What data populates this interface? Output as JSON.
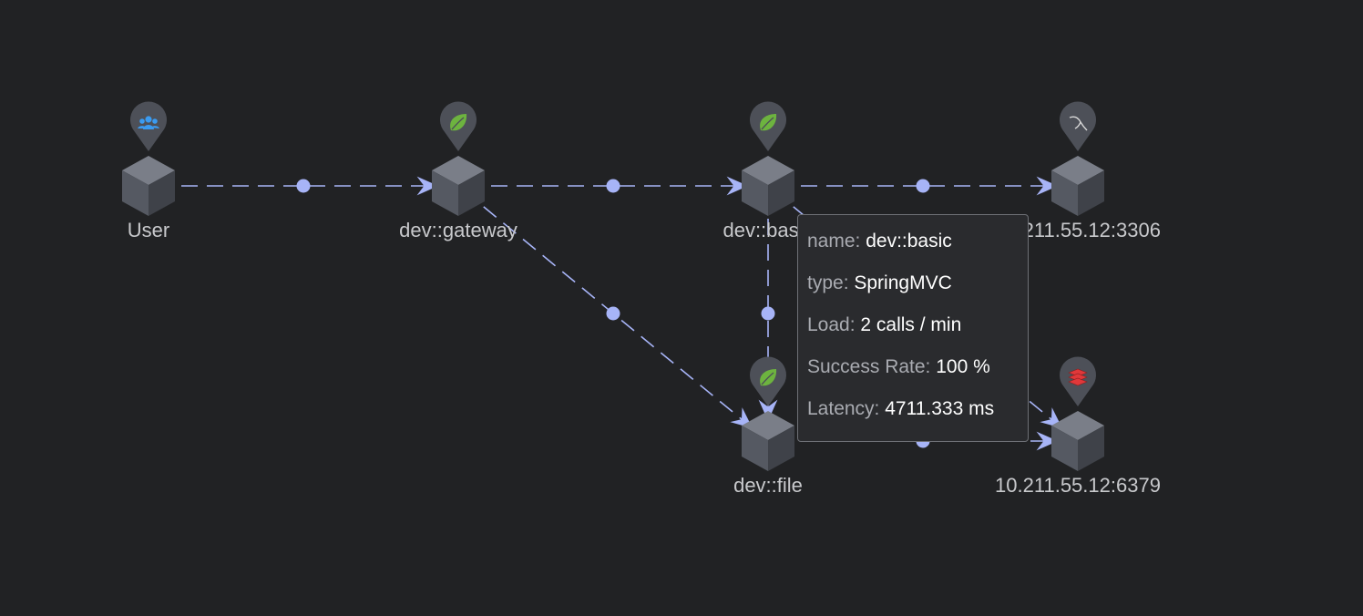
{
  "colors": {
    "background": "#212224",
    "edge": "#a7b4f7",
    "node_body": "#555962",
    "pin": "#4d5058",
    "spring_icon": "#6db33f",
    "user_icon": "#3b9bf0",
    "redis_icon": "#e0383a",
    "mysql_icon": "#d8d8d8"
  },
  "nodes": [
    {
      "id": "user",
      "label": "User",
      "icon": "users-icon"
    },
    {
      "id": "gateway",
      "label": "dev::gateway",
      "icon": "spring-leaf-icon"
    },
    {
      "id": "basic",
      "label": "dev::basic",
      "icon": "spring-leaf-icon"
    },
    {
      "id": "mysql",
      "label": "10.211.55.12:3306",
      "icon": "mysql-dolphin-icon"
    },
    {
      "id": "file",
      "label": "dev::file",
      "icon": "spring-leaf-icon"
    },
    {
      "id": "redis",
      "label": "10.211.55.12:6379",
      "icon": "redis-stack-icon"
    }
  ],
  "edges": [
    {
      "from": "user",
      "to": "gateway"
    },
    {
      "from": "gateway",
      "to": "basic"
    },
    {
      "from": "basic",
      "to": "mysql"
    },
    {
      "from": "gateway",
      "to": "file"
    },
    {
      "from": "basic",
      "to": "file"
    },
    {
      "from": "basic",
      "to": "redis"
    },
    {
      "from": "file",
      "to": "redis"
    }
  ],
  "tooltip": {
    "rows": [
      {
        "key": "name:",
        "value": "dev::basic"
      },
      {
        "key": "type:",
        "value": "SpringMVC"
      },
      {
        "key": "Load:",
        "value": "2 calls / min"
      },
      {
        "key": "Success Rate:",
        "value": "100 %"
      },
      {
        "key": "Latency:",
        "value": "4711.333 ms"
      }
    ]
  }
}
